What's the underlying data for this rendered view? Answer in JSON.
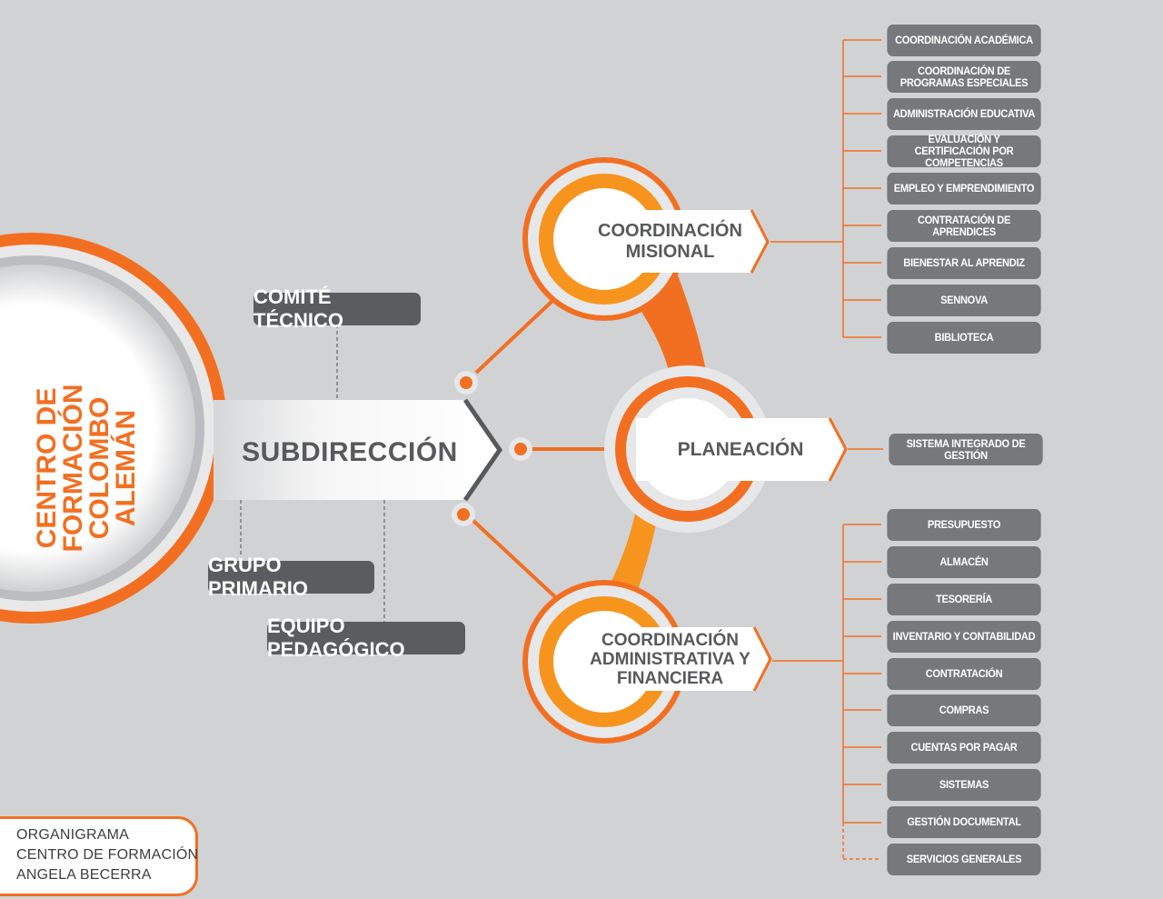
{
  "left_circle": {
    "title": "CENTRO DE FORMACIÓN COLOMBO ALEMÁN"
  },
  "center": {
    "subdireccion": "SUBDIRECCIÓN"
  },
  "side_boxes": {
    "comite": "COMITÉ TÉCNICO",
    "grupo": "GRUPO PRIMARIO",
    "equipo": "EQUIPO PEDAGÓGICO"
  },
  "nodes": {
    "misional": "COORDINACIÓN MISIONAL",
    "planeacion": "PLANEACIÓN",
    "administrativa": "COORDINACIÓN ADMINISTRATIVA Y FINANCIERA"
  },
  "misional_items": [
    "COORDINACIÓN ACADÉMICA",
    "COORDINACIÓN DE PROGRAMAS ESPECIALES",
    "ADMINISTRACIÓN EDUCATIVA",
    "EVALUACIÓN Y CERTIFICACIÓN POR COMPETENCIAS",
    "EMPLEO Y EMPRENDIMIENTO",
    "CONTRATACIÓN DE APRENDICES",
    "BIENESTAR AL APRENDIZ",
    "SENNOVA",
    "BIBLIOTECA"
  ],
  "planeacion_items": [
    "SISTEMA INTEGRADO DE GESTIÓN"
  ],
  "admin_items": [
    "PRESUPUESTO",
    "ALMACÉN",
    "TESORERÍA",
    "INVENTARIO Y CONTABILIDAD",
    "CONTRATACIÓN",
    "COMPRAS",
    "CUENTAS POR PAGAR",
    "SISTEMAS",
    "GESTIÓN DOCUMENTAL",
    "SERVICIOS GENERALES"
  ],
  "footer": {
    "line1": "ORGANIGRAMA",
    "line2": "CENTRO DE FORMACIÓN",
    "line3": "ANGELA BECERRA"
  },
  "colors": {
    "orange": "#f26f21",
    "orange_light": "#f7941d",
    "gray_pill": "#77787b",
    "dark_pill": "#5b5c5f",
    "background": "#d1d2d4"
  }
}
